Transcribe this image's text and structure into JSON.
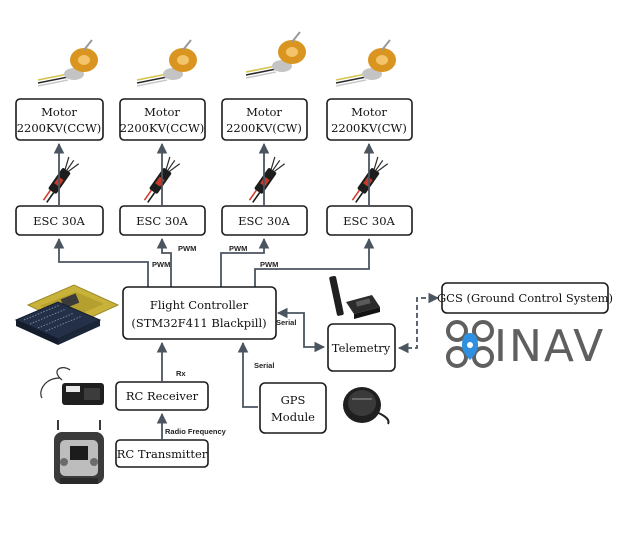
{
  "motors": [
    {
      "title": "Motor",
      "spec": "2200KV(CCW)"
    },
    {
      "title": "Motor",
      "spec": "2200KV(CCW)"
    },
    {
      "title": "Motor",
      "spec": "2200KV(CW)"
    },
    {
      "title": "Motor",
      "spec": "2200KV(CW)"
    }
  ],
  "escs": [
    "ESC 30A",
    "ESC 30A",
    "ESC 30A",
    "ESC 30A"
  ],
  "flight_controller": {
    "line1": "Flight Controller",
    "line2": "(STM32F411 Blackpill)"
  },
  "rc_receiver": "RC Receiver",
  "rc_transmitter": "RC Transmitter",
  "gps": {
    "line1": "GPS",
    "line2": "Module"
  },
  "telemetry": "Telemetry",
  "gcs": "GCS (Ground Control System)",
  "inav_logo": "INAV",
  "edges": {
    "pwm": "PWM",
    "serial": "Serial",
    "rx": "Rx",
    "radio_frequency": "Radio Frequency"
  },
  "colors": {
    "motor_bell": "#d9951f",
    "motor_base": "#c4c4c4",
    "esc_body": "#1d1d1d",
    "esc_wire_red": "#d63a2a",
    "board_yellow": "#c9b23a",
    "board_blue": "#233047",
    "inav_blue": "#2f8fe0",
    "inav_grey": "#5f5f5f"
  }
}
